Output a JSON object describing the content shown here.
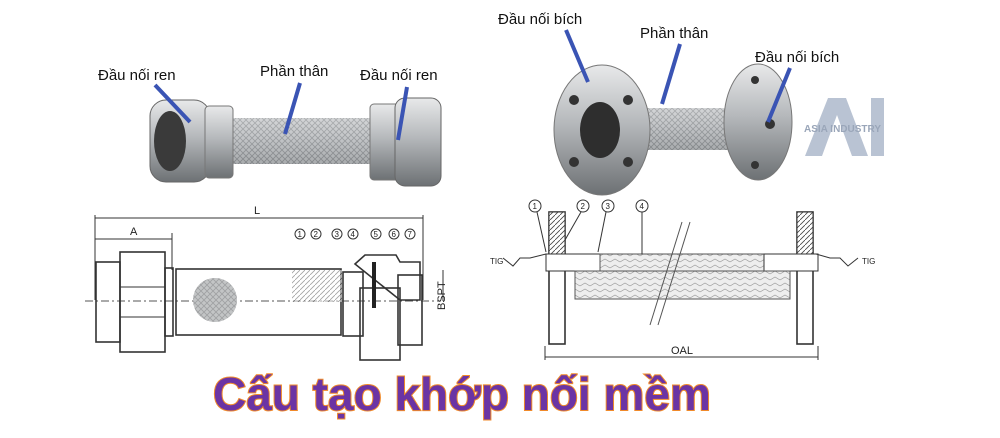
{
  "threaded_photo": {
    "labels": {
      "left_end": "Đầu nối ren",
      "body": "Phần thân",
      "right_end": "Đầu nối ren"
    }
  },
  "flanged_photo": {
    "labels": {
      "left_end": "Đầu nối bích",
      "body": "Phần thân",
      "right_end": "Đầu nối bích"
    }
  },
  "logo": {
    "letters": "AI",
    "text": "ASIA INDUSTRY"
  },
  "threaded_drawing": {
    "dimensions": {
      "length": "L",
      "end_length": "A",
      "thread": "BSPT"
    },
    "callouts": [
      "1",
      "2",
      "3",
      "4",
      "5",
      "6",
      "7"
    ]
  },
  "flanged_drawing": {
    "dimensions": {
      "overall_length": "OAL",
      "weld_left": "TIG",
      "weld_right": "TIG"
    },
    "callouts": [
      "1",
      "2",
      "3",
      "4"
    ]
  },
  "title": "Cấu tạo khớp nối mềm",
  "colors": {
    "arrow": "#3a54b4",
    "title_fill": "#6b34a4",
    "title_outline": "#f08a2a",
    "logo": "#b9c3d3"
  }
}
